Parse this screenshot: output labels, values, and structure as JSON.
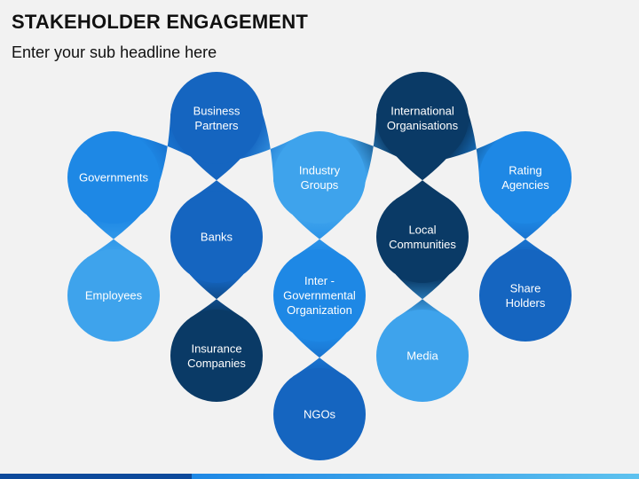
{
  "header": {
    "title": "STAKEHOLDER ENGAGEMENT",
    "subtitle": "Enter your sub headline here"
  },
  "colors": {
    "dark": "#0a3a66",
    "medium": "#1565c0",
    "bright": "#1e88e5",
    "light": "#3ea3ec"
  },
  "nodes": [
    {
      "id": "governments",
      "lines": [
        "Governments"
      ],
      "tone": "bright"
    },
    {
      "id": "employees",
      "lines": [
        "Employees"
      ],
      "tone": "light"
    },
    {
      "id": "business-partners",
      "lines": [
        "Business",
        "Partners"
      ],
      "tone": "medium"
    },
    {
      "id": "banks",
      "lines": [
        "Banks"
      ],
      "tone": "medium"
    },
    {
      "id": "insurance-companies",
      "lines": [
        "Insurance",
        "Companies"
      ],
      "tone": "dark"
    },
    {
      "id": "industry-groups",
      "lines": [
        "Industry",
        "Groups"
      ],
      "tone": "light"
    },
    {
      "id": "inter-governmental-organization",
      "lines": [
        "Inter -",
        "Governmental",
        "Organization"
      ],
      "tone": "bright"
    },
    {
      "id": "ngos",
      "lines": [
        "NGOs"
      ],
      "tone": "medium"
    },
    {
      "id": "international-organisations",
      "lines": [
        "International",
        "Organisations"
      ],
      "tone": "dark"
    },
    {
      "id": "local-communities",
      "lines": [
        "Local",
        "Communities"
      ],
      "tone": "dark"
    },
    {
      "id": "media",
      "lines": [
        "Media"
      ],
      "tone": "light"
    },
    {
      "id": "rating-agencies",
      "lines": [
        "Rating",
        "Agencies"
      ],
      "tone": "bright"
    },
    {
      "id": "share-holders",
      "lines": [
        "Share",
        "Holders"
      ],
      "tone": "medium"
    }
  ],
  "links": [
    [
      "governments",
      "employees"
    ],
    [
      "governments",
      "business-partners"
    ],
    [
      "business-partners",
      "banks"
    ],
    [
      "banks",
      "insurance-companies"
    ],
    [
      "business-partners",
      "industry-groups"
    ],
    [
      "industry-groups",
      "inter-governmental-organization"
    ],
    [
      "inter-governmental-organization",
      "ngos"
    ],
    [
      "industry-groups",
      "international-organisations"
    ],
    [
      "international-organisations",
      "local-communities"
    ],
    [
      "local-communities",
      "media"
    ],
    [
      "international-organisations",
      "rating-agencies"
    ],
    [
      "rating-agencies",
      "share-holders"
    ]
  ]
}
